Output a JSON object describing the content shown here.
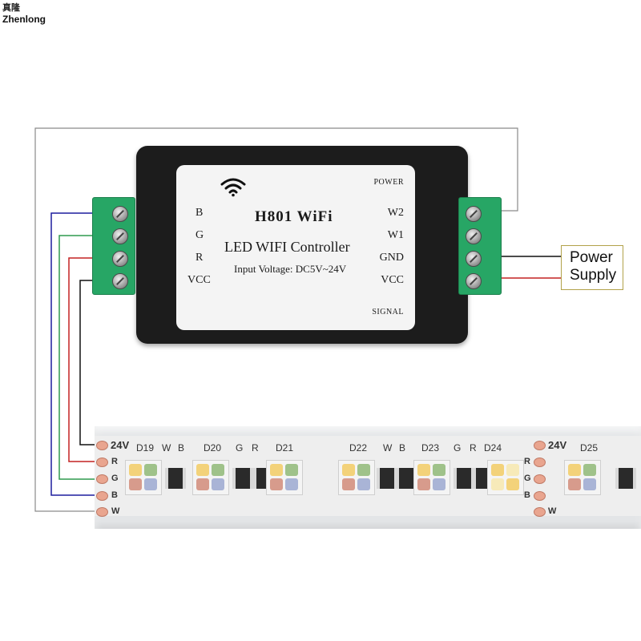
{
  "brand": {
    "chinese": "真隆",
    "name": "Zhenlong"
  },
  "controller": {
    "model": "H801 WiFi",
    "subtitle": "LED WIFI Controller",
    "input_voltage": "Input Voltage: DC5V~24V",
    "left_pins": [
      "B",
      "G",
      "R",
      "VCC"
    ],
    "right_pins": [
      "W2",
      "W1",
      "GND",
      "VCC"
    ],
    "power_label": "POWER",
    "signal_label": "SIGNAL",
    "icon": "wifi-icon"
  },
  "power_supply": {
    "line1": "Power",
    "line2": "Supply"
  },
  "strip": {
    "voltage": "24V",
    "pad_labels": [
      "R",
      "G",
      "B",
      "W"
    ],
    "designators": [
      "D19",
      "D20",
      "D21",
      "D22",
      "D23",
      "D24",
      "D25"
    ],
    "channel_labels": [
      "W",
      "B",
      "G",
      "R",
      "W",
      "B",
      "G",
      "R"
    ]
  },
  "colors": {
    "wire_blue": "#1d1d9e",
    "wire_green": "#2f9a4e",
    "wire_red": "#c42222",
    "wire_black": "#111111",
    "wire_gray": "#8a8a8a",
    "terminal_green": "#27a665"
  }
}
